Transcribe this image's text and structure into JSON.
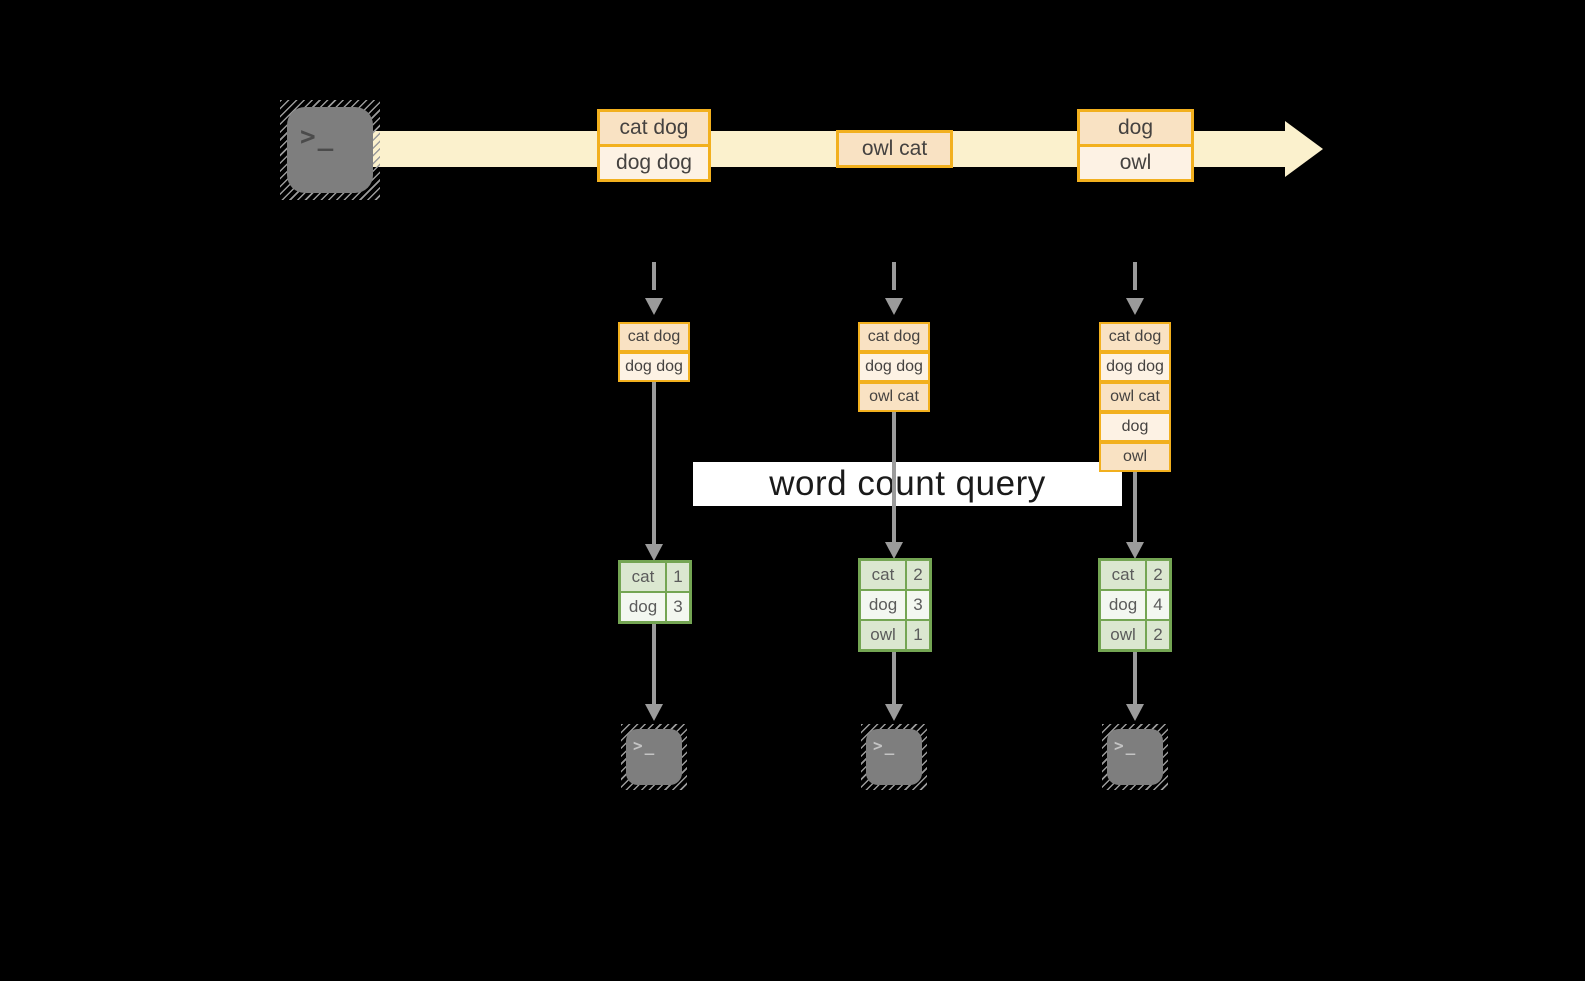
{
  "query_label": "word count query",
  "terminal": {
    "glyph": ">_"
  },
  "colors": {
    "background": "#000000",
    "stream_band": "#fbf1cd",
    "record_border": "#f2b01e",
    "record_fill_dark": "#f9e2c3",
    "record_fill_light": "#fdf2e4",
    "table_border": "#74a553",
    "table_fill_dark": "#dbe7d0",
    "table_fill_light": "#f3f7f0",
    "arrow_gray": "#9b9b9b",
    "terminal_gray": "#7e7e7e",
    "query_bg": "#ffffff"
  },
  "stream": {
    "boxes": [
      {
        "cells": [
          "cat dog",
          "dog dog"
        ]
      },
      {
        "cells": [
          "owl cat"
        ]
      },
      {
        "cells": [
          "dog",
          "owl"
        ]
      }
    ]
  },
  "columns": [
    {
      "stack": [
        "cat dog",
        "dog dog"
      ],
      "table": [
        [
          "cat",
          "1"
        ],
        [
          "dog",
          "3"
        ]
      ]
    },
    {
      "stack": [
        "cat dog",
        "dog dog",
        "owl cat"
      ],
      "table": [
        [
          "cat",
          "2"
        ],
        [
          "dog",
          "3"
        ],
        [
          "owl",
          "1"
        ]
      ]
    },
    {
      "stack": [
        "cat dog",
        "dog dog",
        "owl cat",
        "dog",
        "owl"
      ],
      "table": [
        [
          "cat",
          "2"
        ],
        [
          "dog",
          "4"
        ],
        [
          "owl",
          "2"
        ]
      ]
    }
  ]
}
